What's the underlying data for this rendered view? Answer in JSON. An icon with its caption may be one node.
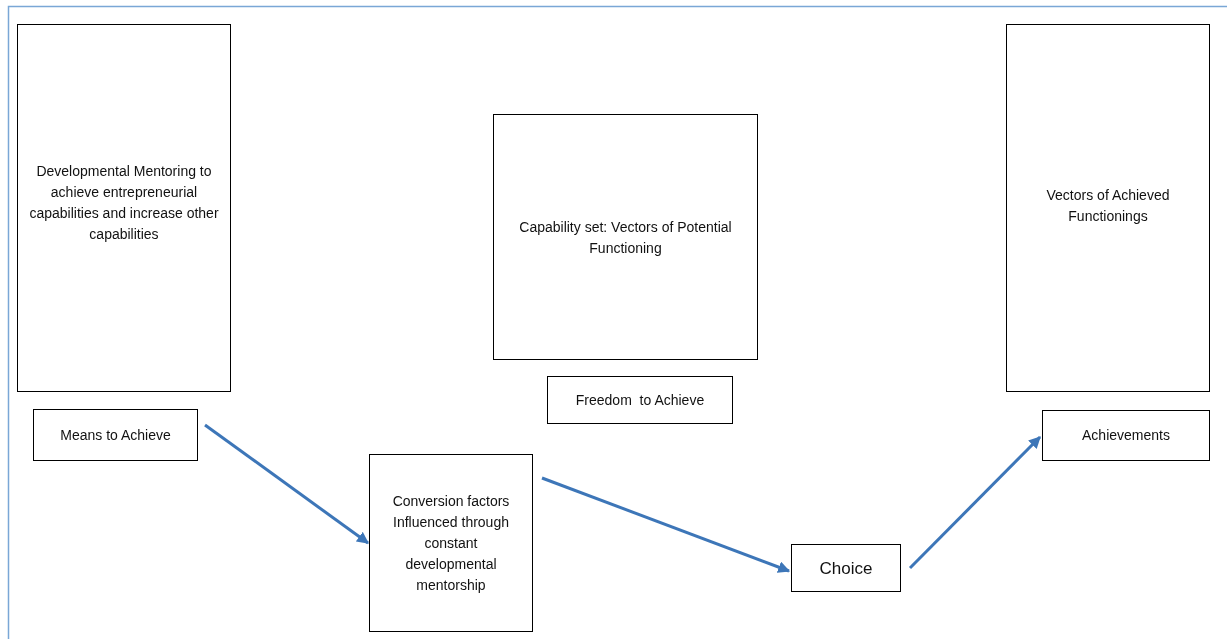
{
  "diagram": {
    "nodes": [
      {
        "text": [
          "Developmental Mentoring to achieve entrepreneurial capabilities and increase other capabilities"
        ]
      },
      {
        "text": [
          "Means to Achieve"
        ]
      },
      {
        "text": [
          "Capability set: Vectors of Potential Functioning"
        ]
      },
      {
        "text": [
          "Freedom  to Achieve"
        ]
      },
      {
        "text": [
          "Vectors of Achieved Functionings"
        ]
      },
      {
        "text": [
          "Conversion factors Influenced through constant developmental mentorship"
        ]
      },
      {
        "text": [
          "Choice"
        ]
      },
      {
        "text": [
          "Achievements"
        ]
      }
    ],
    "edges": [
      {
        "from": 1,
        "to": 5,
        "arrow": "to"
      },
      {
        "from": 5,
        "to": 6,
        "arrow": "to"
      },
      {
        "from": 6,
        "to": 7,
        "arrow": "to"
      }
    ]
  }
}
